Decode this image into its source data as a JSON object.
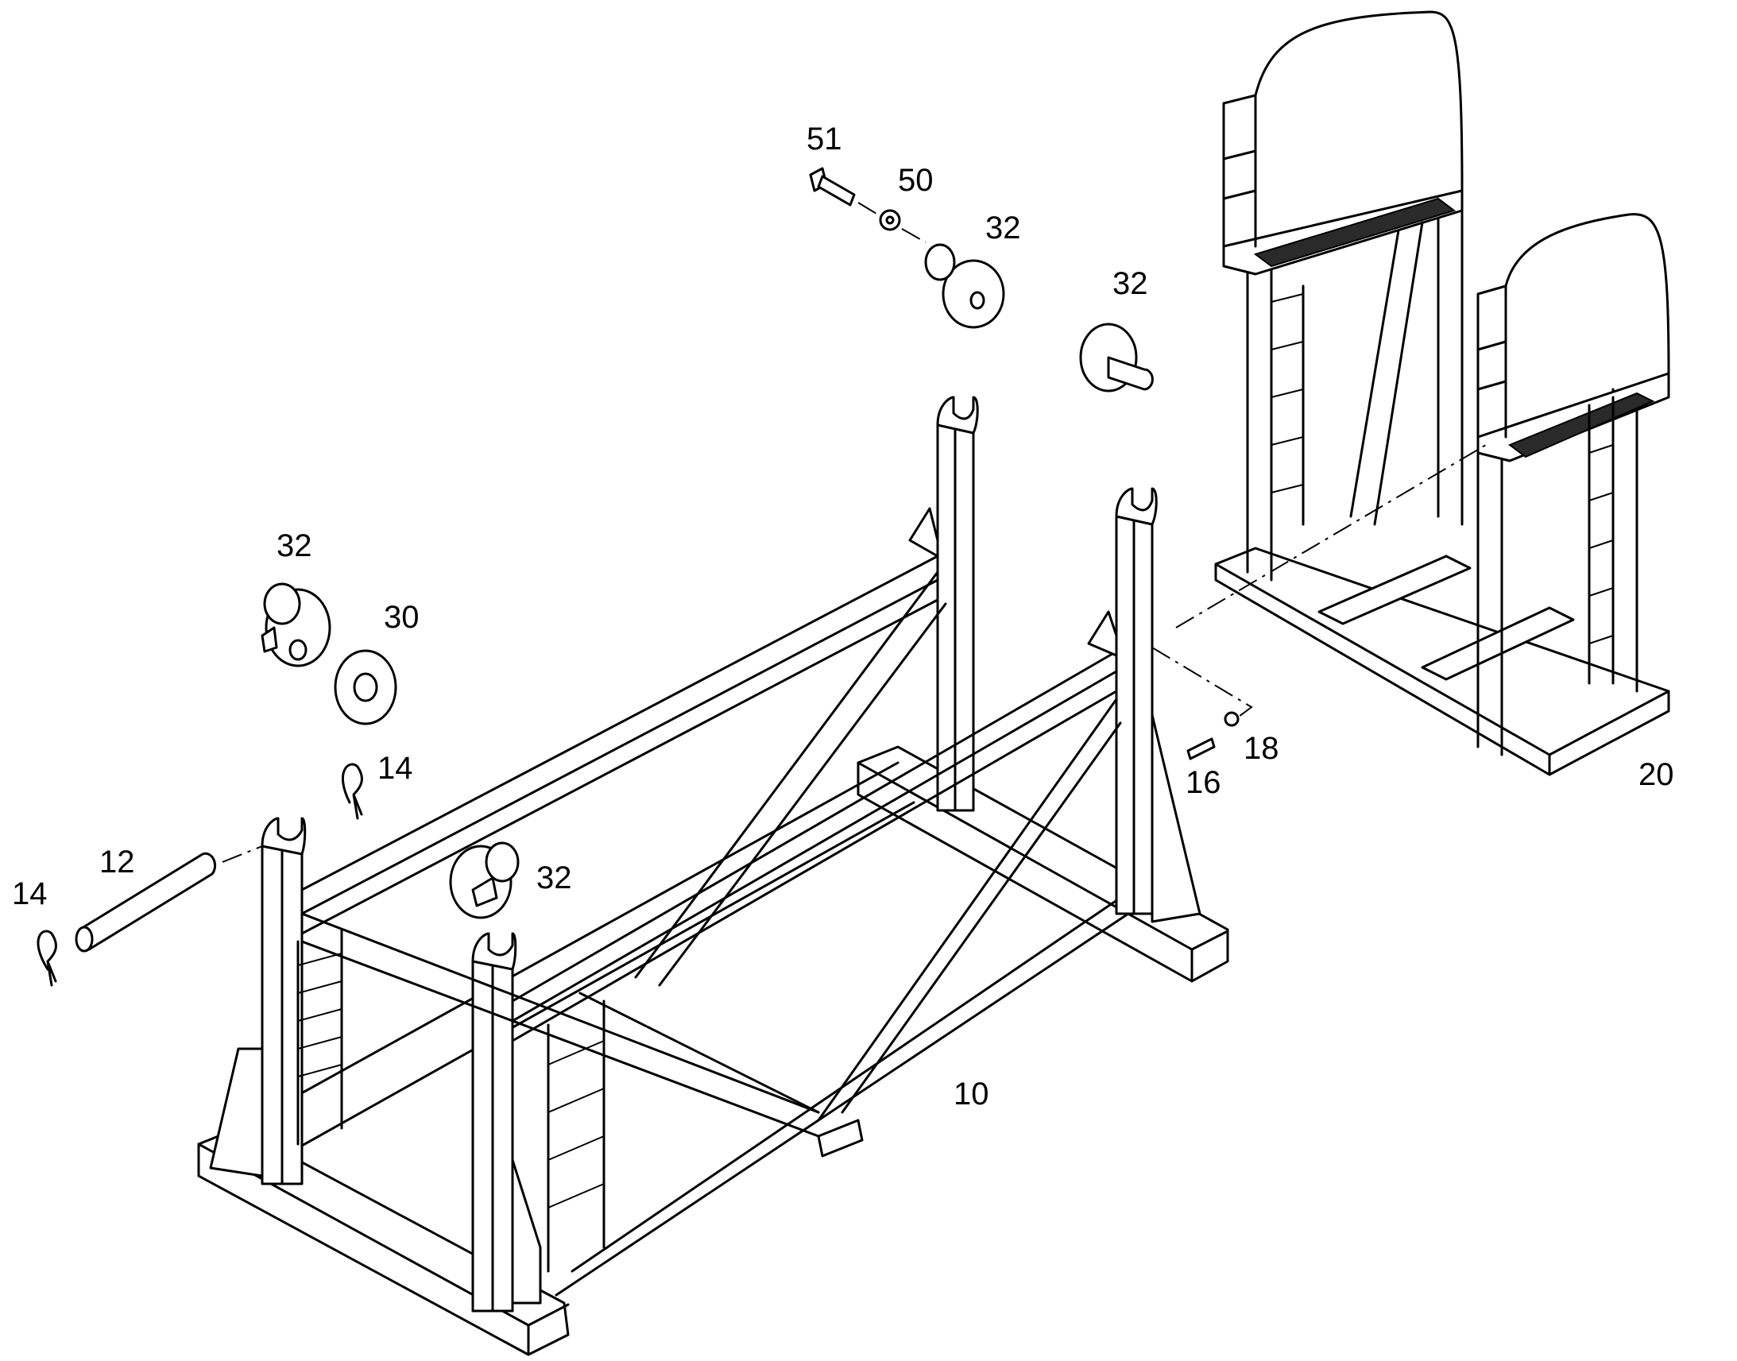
{
  "callouts": {
    "c51": "51",
    "c50": "50",
    "c32_top": "32",
    "c32_mid": "32",
    "c32_left": "32",
    "c32_front": "32",
    "c30": "30",
    "c14_upper": "14",
    "c14_lower": "14",
    "c12": "12",
    "c16": "16",
    "c18": "18",
    "c10": "10",
    "c20": "20"
  }
}
